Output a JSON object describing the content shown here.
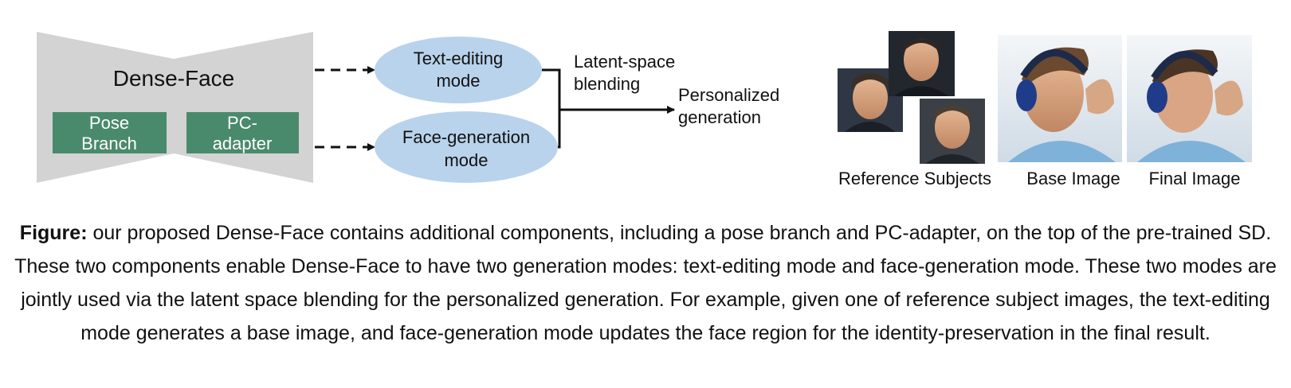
{
  "diagram": {
    "model_title": "Dense-Face",
    "components": [
      {
        "line1": "Pose",
        "line2": "Branch"
      },
      {
        "line1": "PC-",
        "line2": "adapter"
      }
    ],
    "modes": [
      {
        "line1": "Text-editing",
        "line2": "mode"
      },
      {
        "line1": "Face-generation",
        "line2": "mode"
      }
    ],
    "blend_label": {
      "line1": "Latent-space",
      "line2": "blending"
    },
    "output_label": {
      "line1": "Personalized",
      "line2": "generation"
    },
    "image_labels": {
      "reference": "Reference Subjects",
      "base": "Base Image",
      "final": "Final Image"
    }
  },
  "caption": {
    "lead": "Figure:",
    "body": " our proposed Dense-Face contains additional components, including a pose branch and PC-adapter, on the top of the pre-trained SD. These two components enable Dense-Face to have two generation modes: text-editing mode and face-generation mode. These two modes are jointly used via the latent space blending for the personalized generation. For example, given one of reference subject images, the text-editing mode generates a base image, and face-generation mode updates the face region for the identity-preservation in the final result."
  },
  "colors": {
    "model_fill": "#d3d3d3",
    "component_fill": "#4a8a6c",
    "mode_fill": "#b9d3ec",
    "arrow": "#111111"
  }
}
